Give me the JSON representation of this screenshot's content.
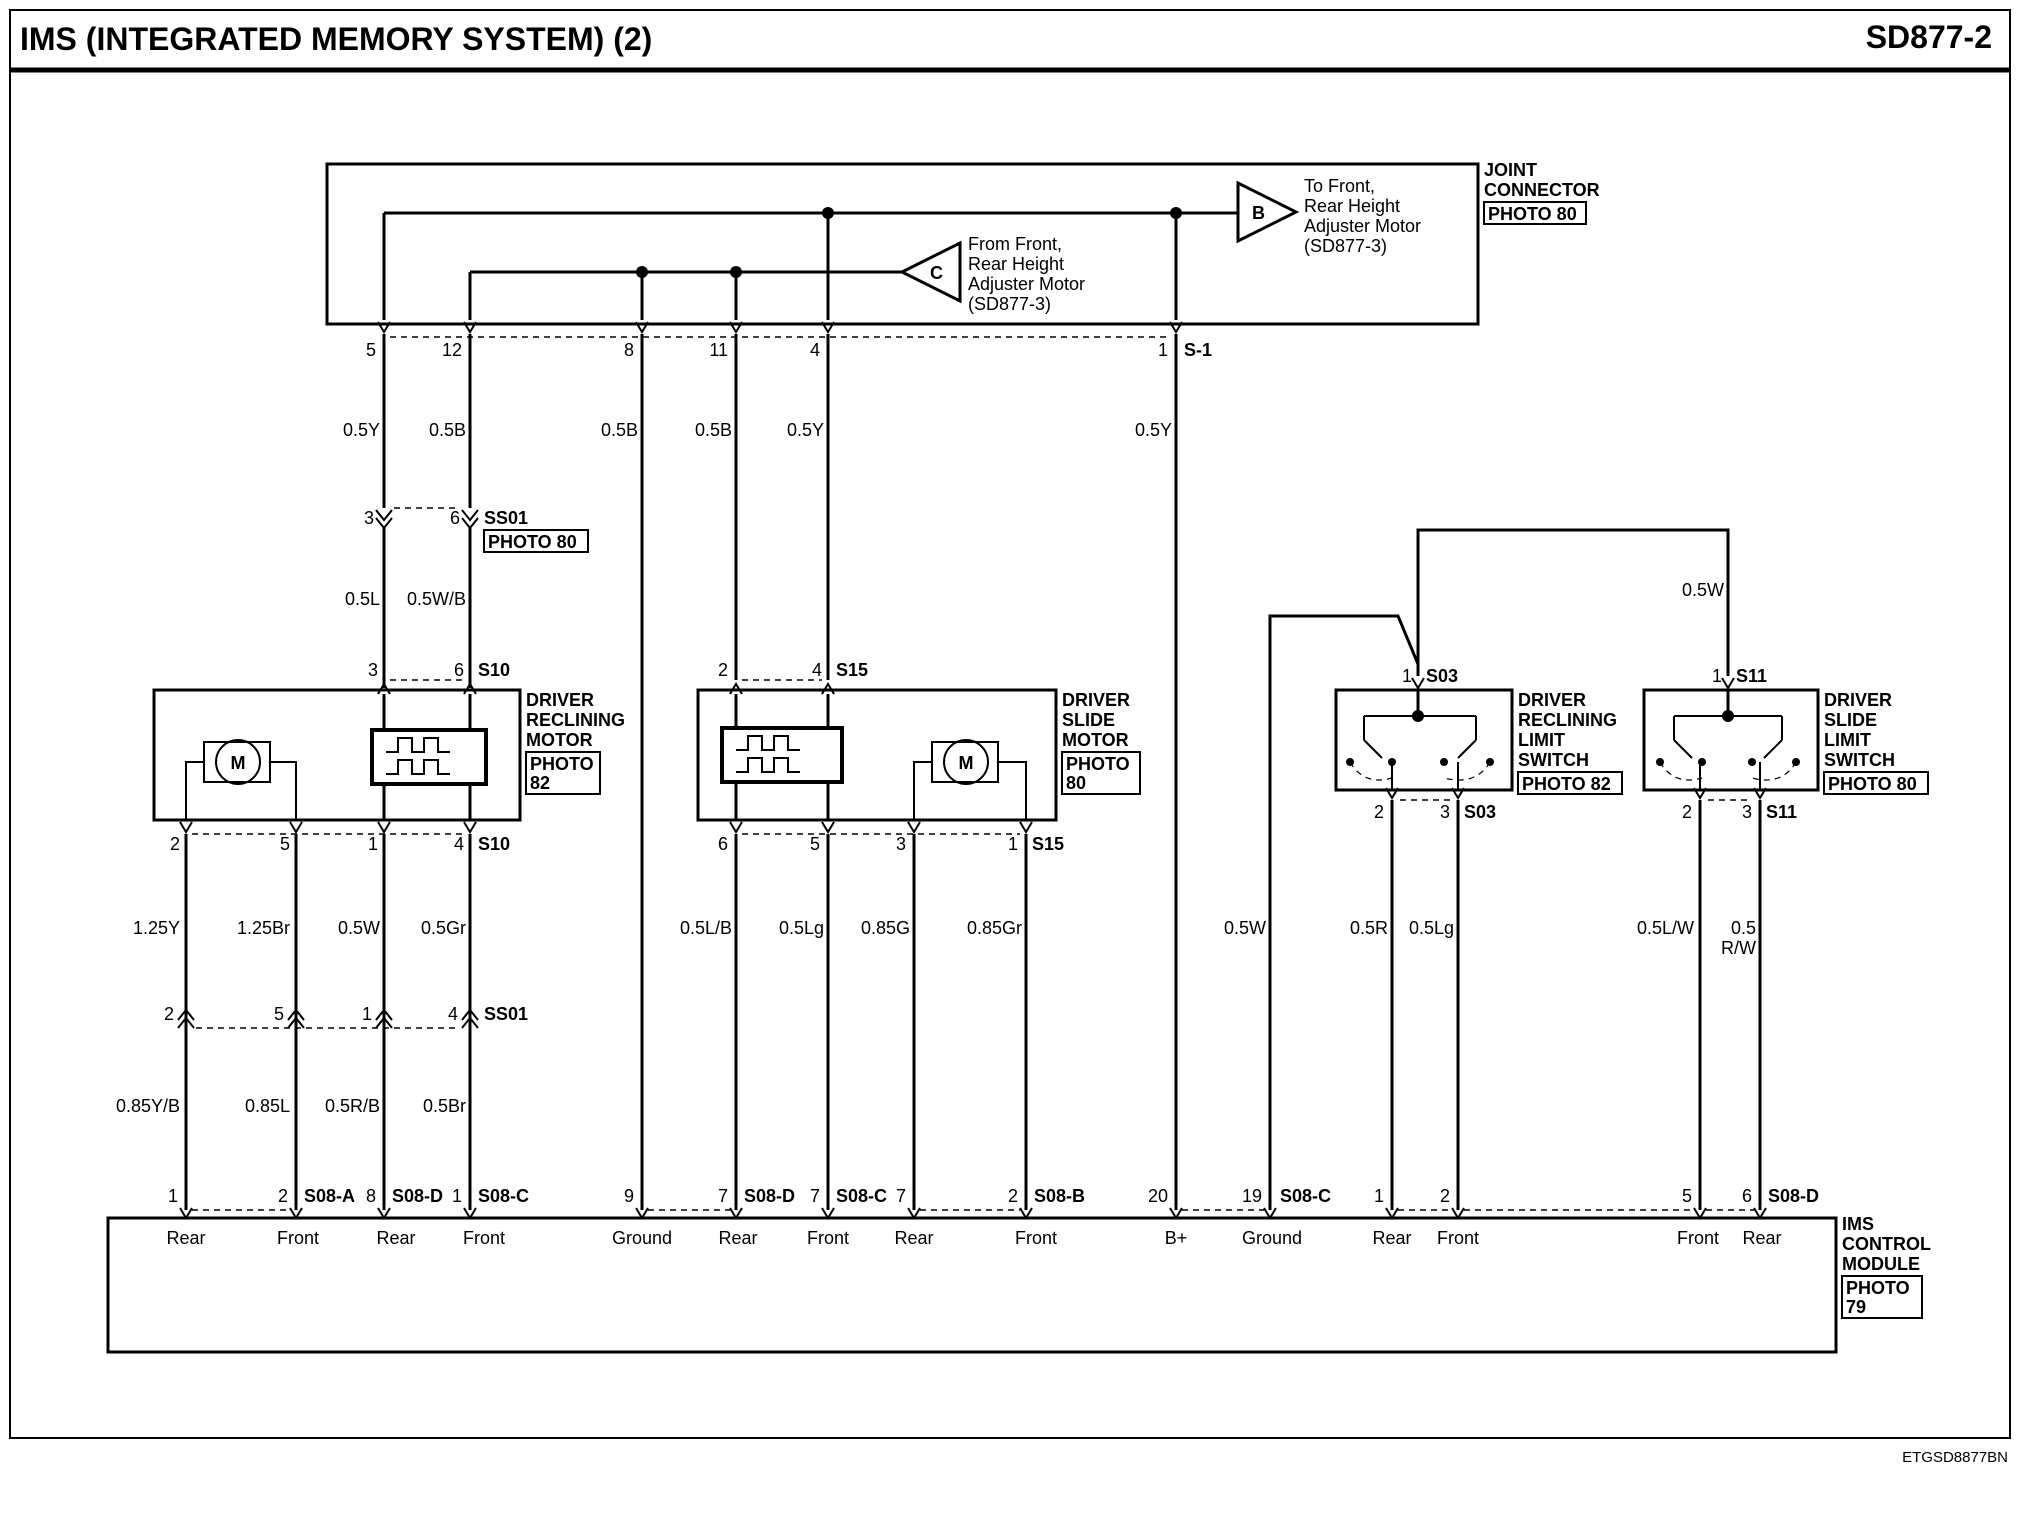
{
  "header": {
    "title": "IMS (INTEGRATED MEMORY SYSTEM) (2)",
    "code": "SD877-2"
  },
  "footer_code": "ETGSD8877BN",
  "joint": {
    "line1": "JOINT",
    "line2": "CONNECTOR",
    "photo": "PHOTO 80",
    "b_letter": "B",
    "b1": "To Front,",
    "b2": "Rear Height",
    "b3": "Adjuster Motor",
    "b4": "(SD877-3)",
    "c_letter": "C",
    "c1": "From Front,",
    "c2": "Rear Height",
    "c3": "Adjuster Motor",
    "c4": "(SD877-3)",
    "pins": [
      "5",
      "12",
      "8",
      "11",
      "4",
      "1"
    ],
    "conn": "S-1"
  },
  "ss01": {
    "top_name": "SS01",
    "top_photo": "PHOTO 80",
    "top_pins": [
      "3",
      "6"
    ],
    "bottom_name": "SS01",
    "bottom_pins": [
      "2",
      "5",
      "1",
      "4"
    ]
  },
  "recline_motor": {
    "l1": "DRIVER",
    "l2": "RECLINING",
    "l3": "MOTOR",
    "photo1": "PHOTO",
    "photo2": "82",
    "motor": "M",
    "top_conn": "S10",
    "top_pins": [
      "3",
      "6"
    ],
    "bottom_conn": "S10",
    "bottom_pins": [
      "2",
      "5",
      "1",
      "4"
    ]
  },
  "slide_motor": {
    "l1": "DRIVER",
    "l2": "SLIDE",
    "l3": "MOTOR",
    "photo1": "PHOTO",
    "photo2": "80",
    "motor": "M",
    "top_conn": "S15",
    "top_pins": [
      "2",
      "4"
    ],
    "bottom_conn": "S15",
    "bottom_pins": [
      "6",
      "5",
      "3",
      "1"
    ]
  },
  "recline_switch": {
    "l1": "DRIVER",
    "l2": "RECLINING",
    "l3": "LIMIT",
    "l4": "SWITCH",
    "photo": "PHOTO 82",
    "top_conn": "S03",
    "top_pin": "1",
    "bottom_conn": "S03",
    "bottom_pins": [
      "2",
      "3"
    ]
  },
  "slide_switch": {
    "l1": "DRIVER",
    "l2": "SLIDE",
    "l3": "LIMIT",
    "l4": "SWITCH",
    "photo": "PHOTO 80",
    "top_conn": "S11",
    "top_pin": "1",
    "bottom_conn": "S11",
    "bottom_pins": [
      "2",
      "3"
    ]
  },
  "wires": {
    "jc5": "0.5Y",
    "jc12": "0.5B",
    "jc8": "0.5B",
    "jc11": "0.5B",
    "jc4": "0.5Y",
    "jc1": "0.5Y",
    "ss3": "0.5L",
    "ss6": "0.5W/B",
    "r2": "1.25Y",
    "r5": "1.25Br",
    "r1": "0.5W",
    "r4": "0.5Gr",
    "b2": "0.85Y/B",
    "b5": "0.85L",
    "b1": "0.5R/B",
    "b4": "0.5Br",
    "s6": "0.5L/B",
    "s5": "0.5Lg",
    "s3": "0.85G",
    "s1": "0.85Gr",
    "gnd19": "0.5W",
    "rs2": "0.5R",
    "rs3": "0.5Lg",
    "ss2": "0.5L/W",
    "ss3a": "0.5",
    "ss3b": "R/W",
    "top_w": "0.5W"
  },
  "ims": {
    "l1": "IMS",
    "l2": "CONTROL",
    "l3": "MODULE",
    "photo1": "PHOTO",
    "photo2": "79",
    "pins": [
      "1",
      "2",
      "8",
      "1",
      "9",
      "7",
      "7",
      "7",
      "2",
      "20",
      "19",
      "1",
      "2",
      "5",
      "6"
    ],
    "conns": [
      "S08-A",
      "S08-D",
      "S08-C",
      "S08-D",
      "S08-C",
      "S08-B",
      "S08-C",
      "S08-D"
    ],
    "labels": [
      "Rear",
      "Front",
      "Rear",
      "Front",
      "Ground",
      "Rear",
      "Front",
      "Rear",
      "Front",
      "B+",
      "Ground",
      "Rear",
      "Front",
      "Front",
      "Rear"
    ]
  }
}
